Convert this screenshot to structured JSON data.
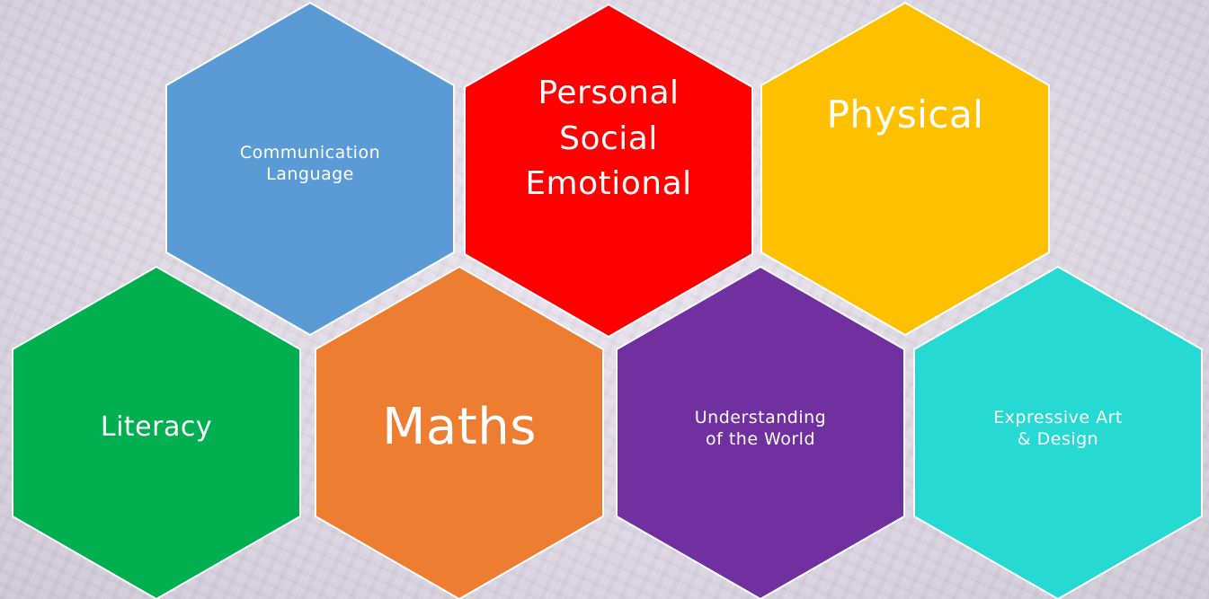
{
  "hexagons": [
    {
      "id": "communication",
      "lines": [
        "Communication",
        "Language"
      ],
      "color": "#5b9bd5"
    },
    {
      "id": "personal",
      "lines": [
        "Personal",
        "Social",
        "Emotional"
      ],
      "color": "#ff0000"
    },
    {
      "id": "physical",
      "lines": [
        "Physical"
      ],
      "color": "#ffc000"
    },
    {
      "id": "literacy",
      "lines": [
        "Literacy"
      ],
      "color": "#00b050"
    },
    {
      "id": "maths",
      "lines": [
        "Maths"
      ],
      "color": "#ed7d31"
    },
    {
      "id": "understanding",
      "lines": [
        "Understanding",
        "of the World"
      ],
      "color": "#7030a0"
    },
    {
      "id": "expressive",
      "lines": [
        "Expressive Art",
        "& Design"
      ],
      "color": "#27d9d3"
    }
  ]
}
